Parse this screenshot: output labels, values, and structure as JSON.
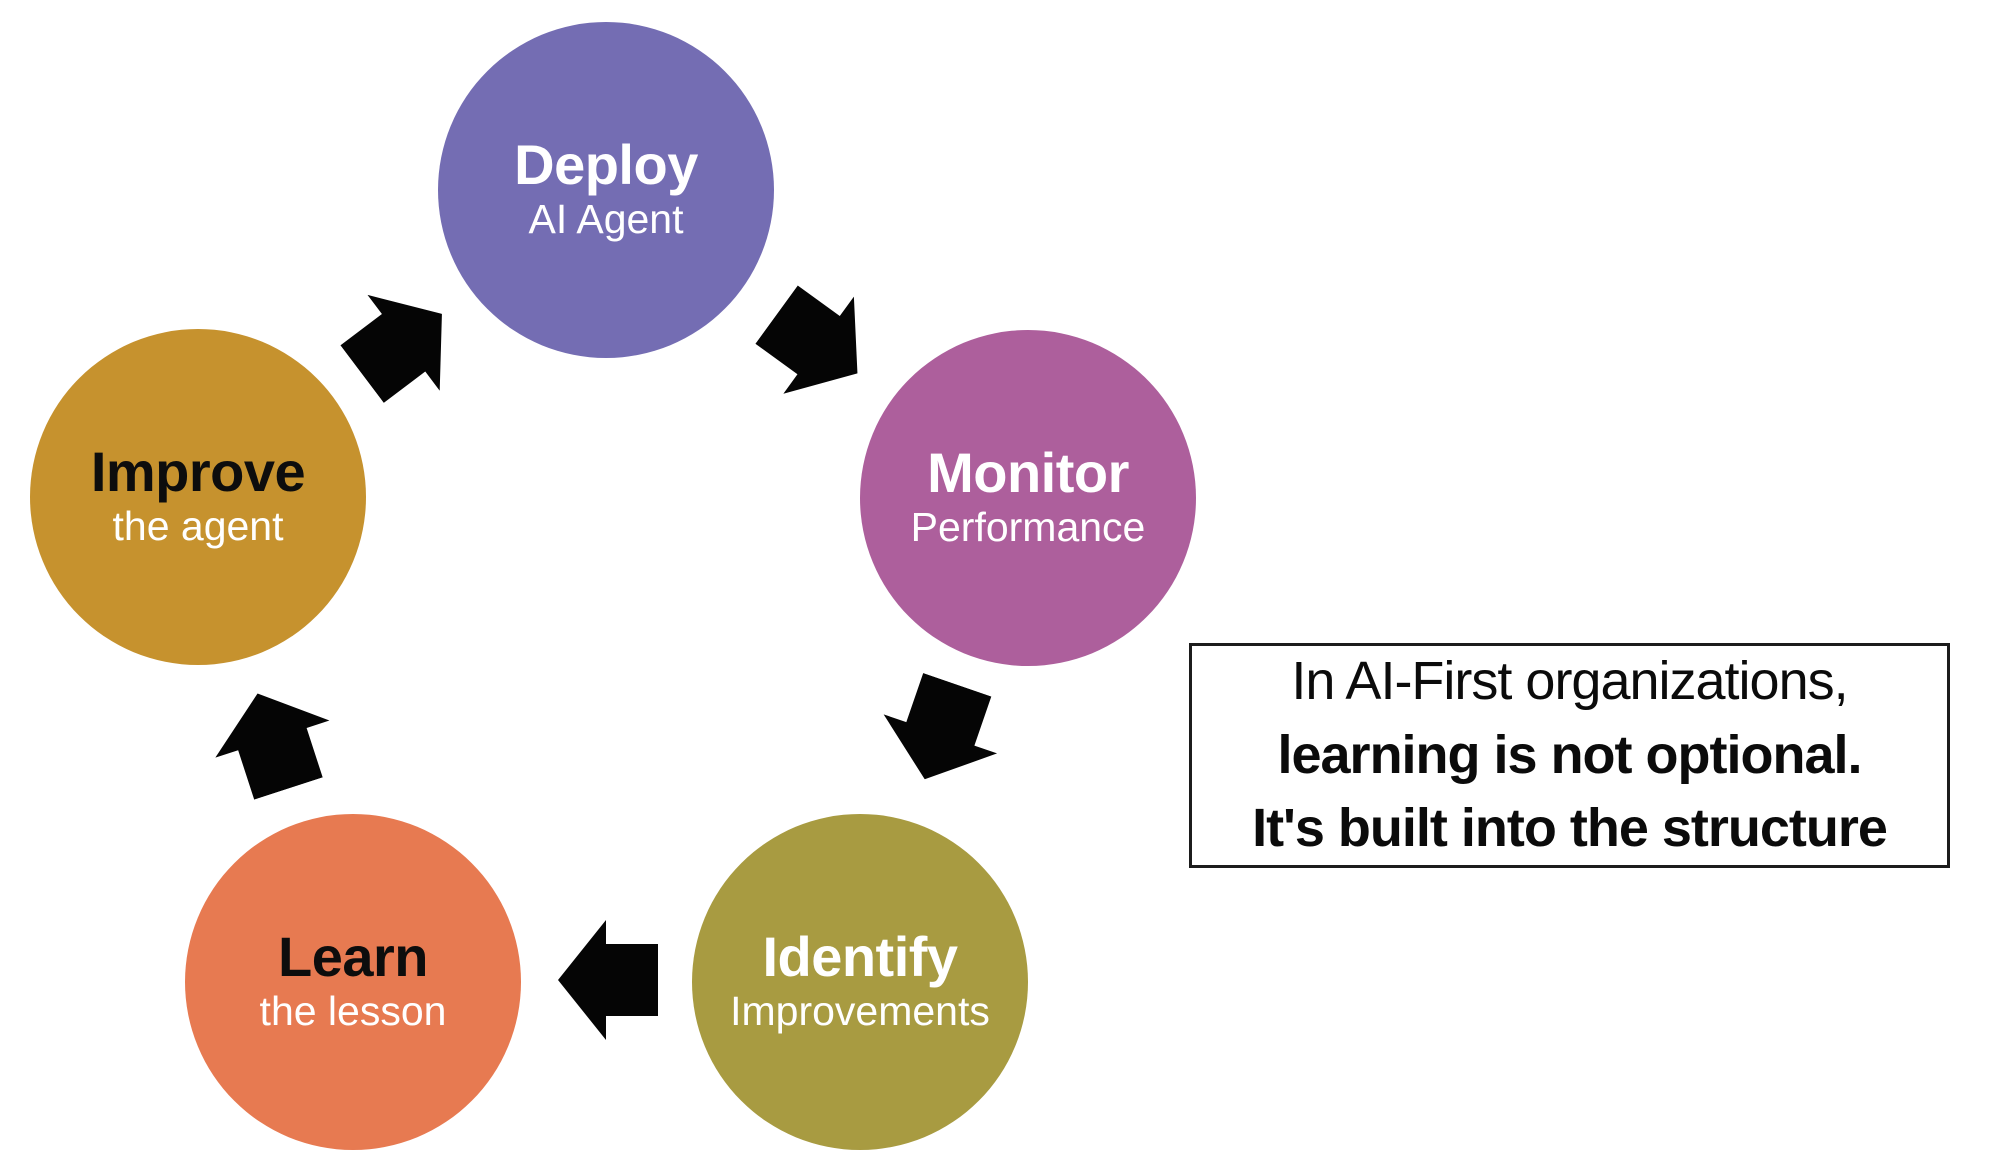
{
  "diagram": {
    "name": "AI agent learning loop",
    "arrow_color": "#050505",
    "steps": [
      {
        "id": "deploy",
        "title": "Deploy",
        "subtitle": "AI Agent",
        "color": "#746db3",
        "title_color": "#ffffff",
        "subtitle_color": "#ffffff"
      },
      {
        "id": "monitor",
        "title": "Monitor",
        "subtitle": "Performance",
        "color": "#ad5f9c",
        "title_color": "#ffffff",
        "subtitle_color": "#ffffff"
      },
      {
        "id": "identify",
        "title": "Identify",
        "subtitle": "Improvements",
        "color": "#a89b41",
        "title_color": "#ffffff",
        "subtitle_color": "#ffffff"
      },
      {
        "id": "learn",
        "title": "Learn",
        "subtitle": "the lesson",
        "color": "#e77a51",
        "title_color": "#0d0d0d",
        "subtitle_color": "#ffffff"
      },
      {
        "id": "improve",
        "title": "Improve",
        "subtitle": "the agent",
        "color": "#c6922e",
        "title_color": "#0d0d0d",
        "subtitle_color": "#ffffff"
      }
    ],
    "arrows": [
      {
        "from": "improve",
        "to": "deploy"
      },
      {
        "from": "deploy",
        "to": "monitor"
      },
      {
        "from": "monitor",
        "to": "identify"
      },
      {
        "from": "identify",
        "to": "learn"
      },
      {
        "from": "learn",
        "to": "improve"
      }
    ],
    "quote_box": {
      "line1": "In AI-First organizations,",
      "line2": "learning is not optional.",
      "line3": "It's built into the structure"
    }
  }
}
